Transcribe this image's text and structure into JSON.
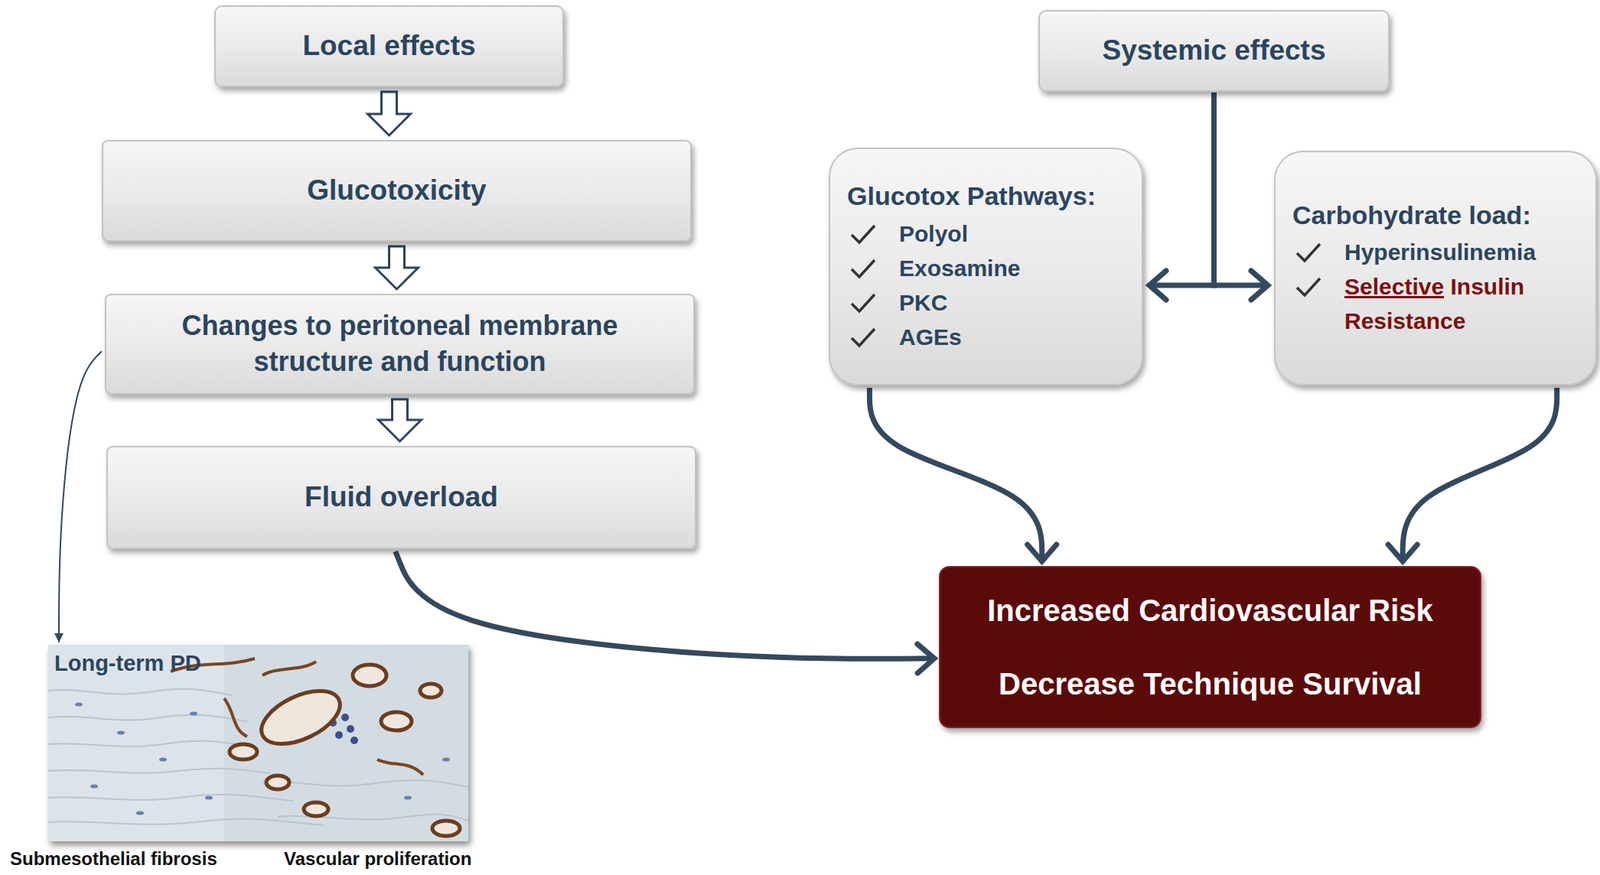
{
  "diagram": {
    "nodes": [
      {
        "text": [
          "Local effects"
        ]
      },
      {
        "text": [
          "Systemic effects"
        ]
      },
      {
        "text": [
          "Glucotoxicity"
        ]
      },
      {
        "text": [
          "Glucotox Pathways:",
          "Polyol",
          "Exosamine",
          "PKC",
          "AGEs"
        ]
      },
      {
        "text": [
          "Carbohydrate load:",
          "Hyperinsulinemia",
          "Selective",
          "Insulin Resistance"
        ]
      },
      {
        "text": [
          "Changes to peritoneal membrane structure and function"
        ]
      },
      {
        "text": [
          "Fluid overload"
        ]
      },
      {
        "text": [
          "Increased Cardiovascular Risk",
          "Decrease Technique Survival"
        ]
      },
      {
        "text": [
          "Long-term PD"
        ]
      }
    ],
    "edges": [
      {
        "from": 0,
        "to": 2,
        "arrow": "to"
      },
      {
        "from": 2,
        "to": 5,
        "arrow": "to"
      },
      {
        "from": 5,
        "to": 6,
        "arrow": "to"
      },
      {
        "from": 1,
        "to": 3,
        "arrow": "to"
      },
      {
        "from": 1,
        "to": 4,
        "arrow": "to"
      },
      {
        "from": 5,
        "to": 8,
        "arrow": "to"
      },
      {
        "from": 3,
        "to": 7,
        "arrow": "to"
      },
      {
        "from": 4,
        "to": 7,
        "arrow": "to"
      },
      {
        "from": 6,
        "to": 7,
        "arrow": "to"
      }
    ],
    "labels": [
      "Submesothelial fibrosis",
      "Vascular proliferation"
    ]
  }
}
